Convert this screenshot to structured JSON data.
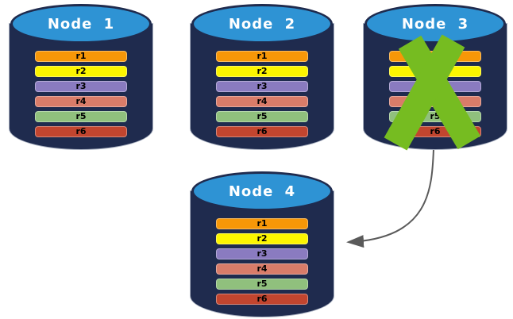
{
  "nodes": [
    {
      "label": "Node 1",
      "failed": false,
      "rows": [
        "r1",
        "r2",
        "r3",
        "r4",
        "r5",
        "r6"
      ]
    },
    {
      "label": "Node 2",
      "failed": false,
      "rows": [
        "r1",
        "r2",
        "r3",
        "r4",
        "r5",
        "r6"
      ]
    },
    {
      "label": "Node 3",
      "failed": true,
      "rows": [
        "r1",
        "r2",
        "r3",
        "r4",
        "r5",
        "r6"
      ]
    },
    {
      "label": "Node 4",
      "failed": false,
      "rows": [
        "r1",
        "r2",
        "r3",
        "r4",
        "r5",
        "r6"
      ]
    }
  ],
  "row_colors": {
    "r1": "#F79708",
    "r2": "#FCF500",
    "r3": "#8A7BC0",
    "r4": "#D97C69",
    "r5": "#90C07D",
    "r6": "#C2452F"
  },
  "colors": {
    "cylinder_body": "#1F2B4E",
    "cylinder_top": "#2E93D4",
    "cylinder_edge": "#A8B0C0",
    "failure_x": "#76BC21",
    "arrow": "#5A5A5A",
    "row_text": "#000000",
    "node_label": "#FFFFFF"
  },
  "icons": {
    "failure": "green-x-mark-icon",
    "transfer": "curved-arrow-icon"
  }
}
